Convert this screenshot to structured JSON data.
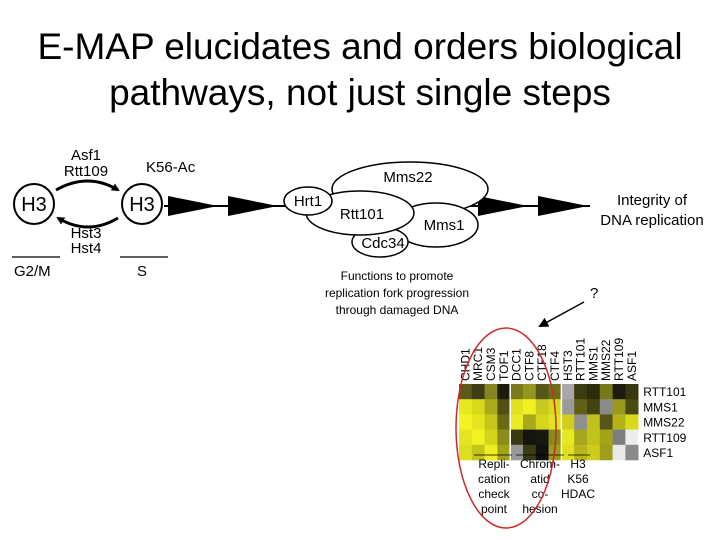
{
  "title": {
    "line1": "E-MAP elucidates and orders biological",
    "line2": "pathways, not just single steps"
  },
  "pathway": {
    "h3_left": "H3",
    "h3_right": "H3",
    "acetylators_1": "Asf1",
    "acetylators_2": "Rtt109",
    "mark": "K56-Ac",
    "deacetylases_1": "Hst3",
    "deacetylases_2": "Hst4",
    "phase_left": "G2/M",
    "phase_right": "S",
    "complex": [
      "Mms22",
      "Hrt1",
      "Rtt101",
      "Mms1",
      "Cdc34"
    ],
    "outcome_1": "Integrity of",
    "outcome_2": "DNA replication"
  },
  "annotation": {
    "line1": "Functions to promote",
    "line2": "replication fork progression",
    "line3": "through damaged DNA"
  },
  "question_mark": "?",
  "heatmap": {
    "columns": [
      "CHD1",
      "MRC1",
      "CSM3",
      "TOF1",
      "DCC1",
      "CTF8",
      "CTF18",
      "CTF4",
      "HST3",
      "RTT101",
      "MMS1",
      "MMS22",
      "RTT109",
      "ASF1"
    ],
    "rows": [
      "RTT101",
      "MMS1",
      "MMS22",
      "RTT109",
      "ASF1"
    ],
    "cells": [
      [
        "#5c5a16",
        "#3d3c12",
        "#86861e",
        "#1c1c0e",
        "#7a7a1a",
        "#959520",
        "#56561a",
        "#6e6e18",
        "#a8a8a8",
        "#3b3b10",
        "#2c2c0e",
        "#787818",
        "#1c1c0e",
        "#383810"
      ],
      [
        "#e8e820",
        "#d9d91c",
        "#aaaa1a",
        "#505014",
        "#e2e220",
        "#f0f020",
        "#c8c81e",
        "#d8d81c",
        "#9a9a9a",
        "#606016",
        "#444412",
        "#8a8a88",
        "#9a9a1a",
        "#4a4a14"
      ],
      [
        "#f4f422",
        "#e6e620",
        "#c6c61c",
        "#6a6a16",
        "#ebeb20",
        "#a8a81a",
        "#d6d61c",
        "#e2e220",
        "#d0d01c",
        "#909090",
        "#c2c21c",
        "#56561a",
        "#b4b41a",
        "#d8d81c"
      ],
      [
        "#e4e420",
        "#f2f222",
        "#d4d41c",
        "#8c8c1a",
        "#3a3a10",
        "#141410",
        "#181810",
        "#8a8a1a",
        "#e8e820",
        "#a6a61a",
        "#c2c21c",
        "#a4a41a",
        "#7e7e7e",
        "#ececec"
      ],
      [
        "#dede20",
        "#c4c41c",
        "#eeee22",
        "#a2a21a",
        "#989898",
        "#3c3c12",
        "#121210",
        "#9c9c1a",
        "#e0e020",
        "#b6b61c",
        "#cccc1c",
        "#9e9e1a",
        "#e8e8e8",
        "#8a8a8a"
      ]
    ],
    "groups": [
      {
        "lines": [
          "Repli-",
          "cation",
          "check",
          "point"
        ]
      },
      {
        "lines": [
          "Chrom-",
          "atid",
          "co-",
          "hesion"
        ]
      },
      {
        "lines": [
          "H3",
          "K56",
          "HDAC"
        ]
      }
    ]
  }
}
